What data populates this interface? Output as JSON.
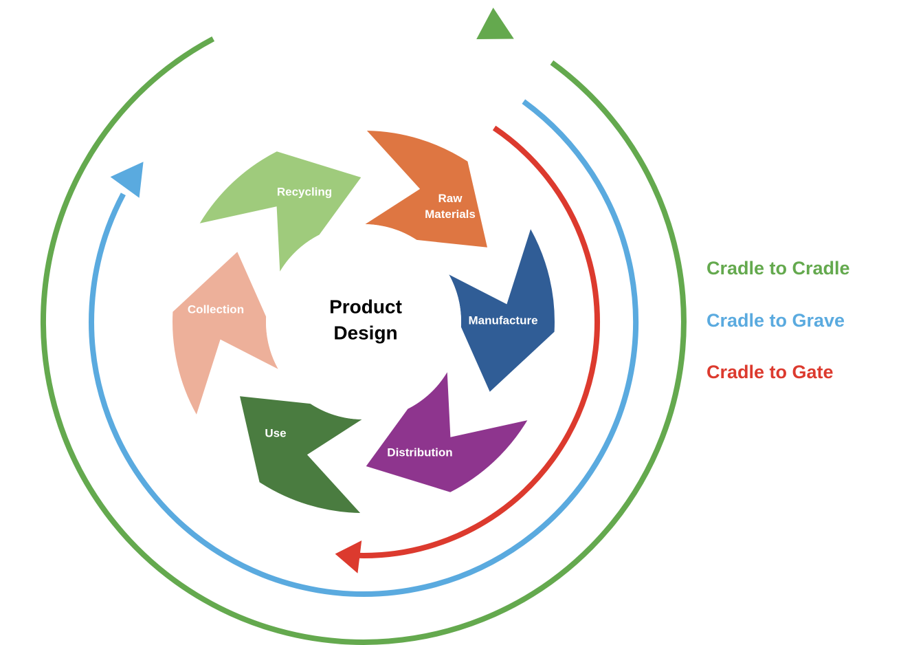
{
  "center": {
    "line1": "Product",
    "line2": "Design"
  },
  "stages": [
    {
      "name": "Raw Materials",
      "lines": [
        "Raw",
        "Materials"
      ],
      "color": "#DE7642"
    },
    {
      "name": "Manufacture",
      "lines": [
        "Manufacture"
      ],
      "color": "#305D96"
    },
    {
      "name": "Distribution",
      "lines": [
        "Distribution"
      ],
      "color": "#8E358E"
    },
    {
      "name": "Use",
      "lines": [
        "Use"
      ],
      "color": "#4A7C40"
    },
    {
      "name": "Collection",
      "lines": [
        "Collection"
      ],
      "color": "#EDB09A"
    },
    {
      "name": "Recycling",
      "lines": [
        "Recycling"
      ],
      "color": "#9FCB7C"
    }
  ],
  "legend": [
    {
      "label": "Cradle to Cradle",
      "color": "#64A94E"
    },
    {
      "label": "Cradle to Grave",
      "color": "#5AAADF"
    },
    {
      "label": "Cradle to Gate",
      "color": "#DC3A2E"
    }
  ]
}
